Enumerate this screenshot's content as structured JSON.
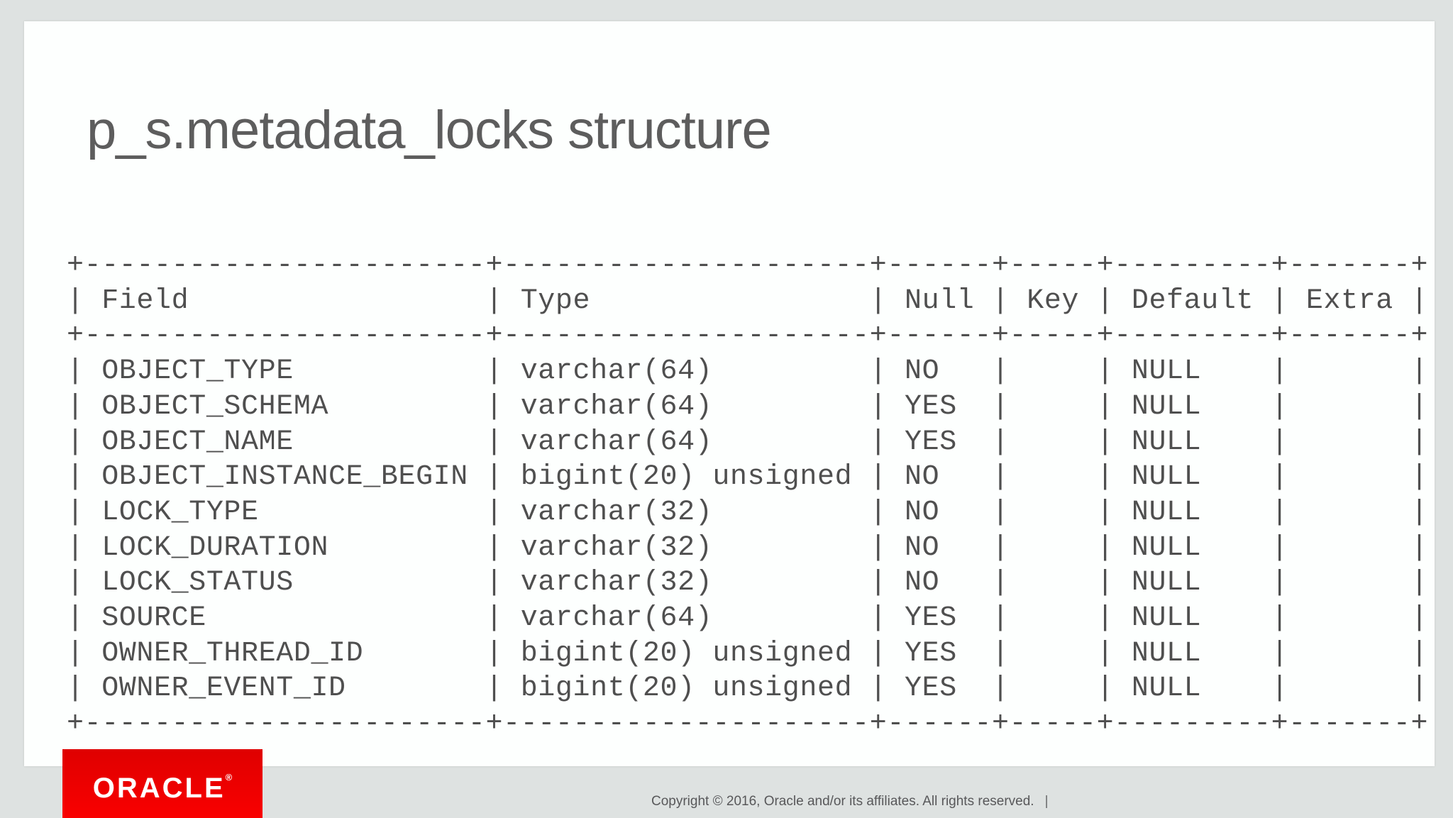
{
  "slide": {
    "title": "p_s.metadata_locks structure"
  },
  "table": {
    "columns": [
      "Field",
      "Type",
      "Null",
      "Key",
      "Default",
      "Extra"
    ],
    "rows": [
      {
        "field": "OBJECT_TYPE",
        "type": "varchar(64)",
        "null": "NO",
        "key": "",
        "default": "NULL",
        "extra": ""
      },
      {
        "field": "OBJECT_SCHEMA",
        "type": "varchar(64)",
        "null": "YES",
        "key": "",
        "default": "NULL",
        "extra": ""
      },
      {
        "field": "OBJECT_NAME",
        "type": "varchar(64)",
        "null": "YES",
        "key": "",
        "default": "NULL",
        "extra": ""
      },
      {
        "field": "OBJECT_INSTANCE_BEGIN",
        "type": "bigint(20) unsigned",
        "null": "NO",
        "key": "",
        "default": "NULL",
        "extra": ""
      },
      {
        "field": "LOCK_TYPE",
        "type": "varchar(32)",
        "null": "NO",
        "key": "",
        "default": "NULL",
        "extra": ""
      },
      {
        "field": "LOCK_DURATION",
        "type": "varchar(32)",
        "null": "NO",
        "key": "",
        "default": "NULL",
        "extra": ""
      },
      {
        "field": "LOCK_STATUS",
        "type": "varchar(32)",
        "null": "NO",
        "key": "",
        "default": "NULL",
        "extra": ""
      },
      {
        "field": "SOURCE",
        "type": "varchar(64)",
        "null": "YES",
        "key": "",
        "default": "NULL",
        "extra": ""
      },
      {
        "field": "OWNER_THREAD_ID",
        "type": "bigint(20) unsigned",
        "null": "YES",
        "key": "",
        "default": "NULL",
        "extra": ""
      },
      {
        "field": "OWNER_EVENT_ID",
        "type": "bigint(20) unsigned",
        "null": "YES",
        "key": "",
        "default": "NULL",
        "extra": ""
      }
    ]
  },
  "footer": {
    "logo_text": "ORACLE",
    "registered_mark": "®",
    "copyright": "Copyright © 2016, Oracle and/or its affiliates. All rights reserved.",
    "separator": "|"
  },
  "colors": {
    "background": "#dee2e1",
    "slide_bg": "#fdfffe",
    "title_text": "#5d5d5d",
    "table_text": "#4f4f4f",
    "oracle_red": "#ea0000"
  }
}
